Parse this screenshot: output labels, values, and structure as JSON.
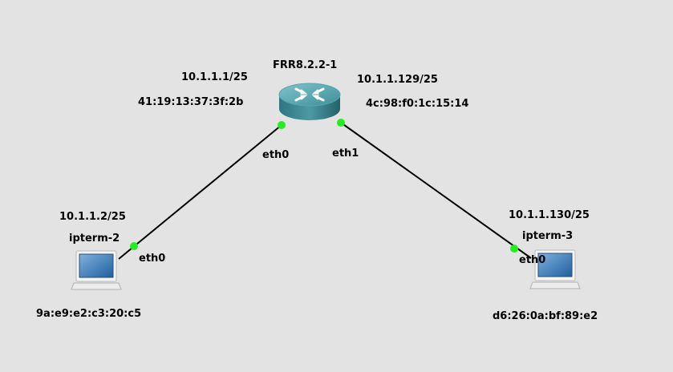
{
  "nodes": {
    "router": {
      "name": "FRR8.2.2-1",
      "iface_left": {
        "name": "eth0",
        "ip": "10.1.1.1/25",
        "mac": "41:19:13:37:3f:2b"
      },
      "iface_right": {
        "name": "eth1",
        "ip": "10.1.1.129/25",
        "mac": "4c:98:f0:1c:15:14"
      }
    },
    "host_left": {
      "name": "ipterm-2",
      "iface": {
        "name": "eth0",
        "ip": "10.1.1.2/25",
        "mac": "9a:e9:e2:c3:20:c5"
      }
    },
    "host_right": {
      "name": "ipterm-3",
      "iface": {
        "name": "eth0",
        "ip": "10.1.1.130/25",
        "mac": "d6:26:0a:bf:89:e2"
      }
    }
  },
  "colors": {
    "background": "#e3e3e3",
    "link": "#000000",
    "port_up": "#22ee22",
    "router_body": "#3f8f99"
  },
  "icons": {
    "router": "router-icon",
    "host": "computer-icon"
  }
}
